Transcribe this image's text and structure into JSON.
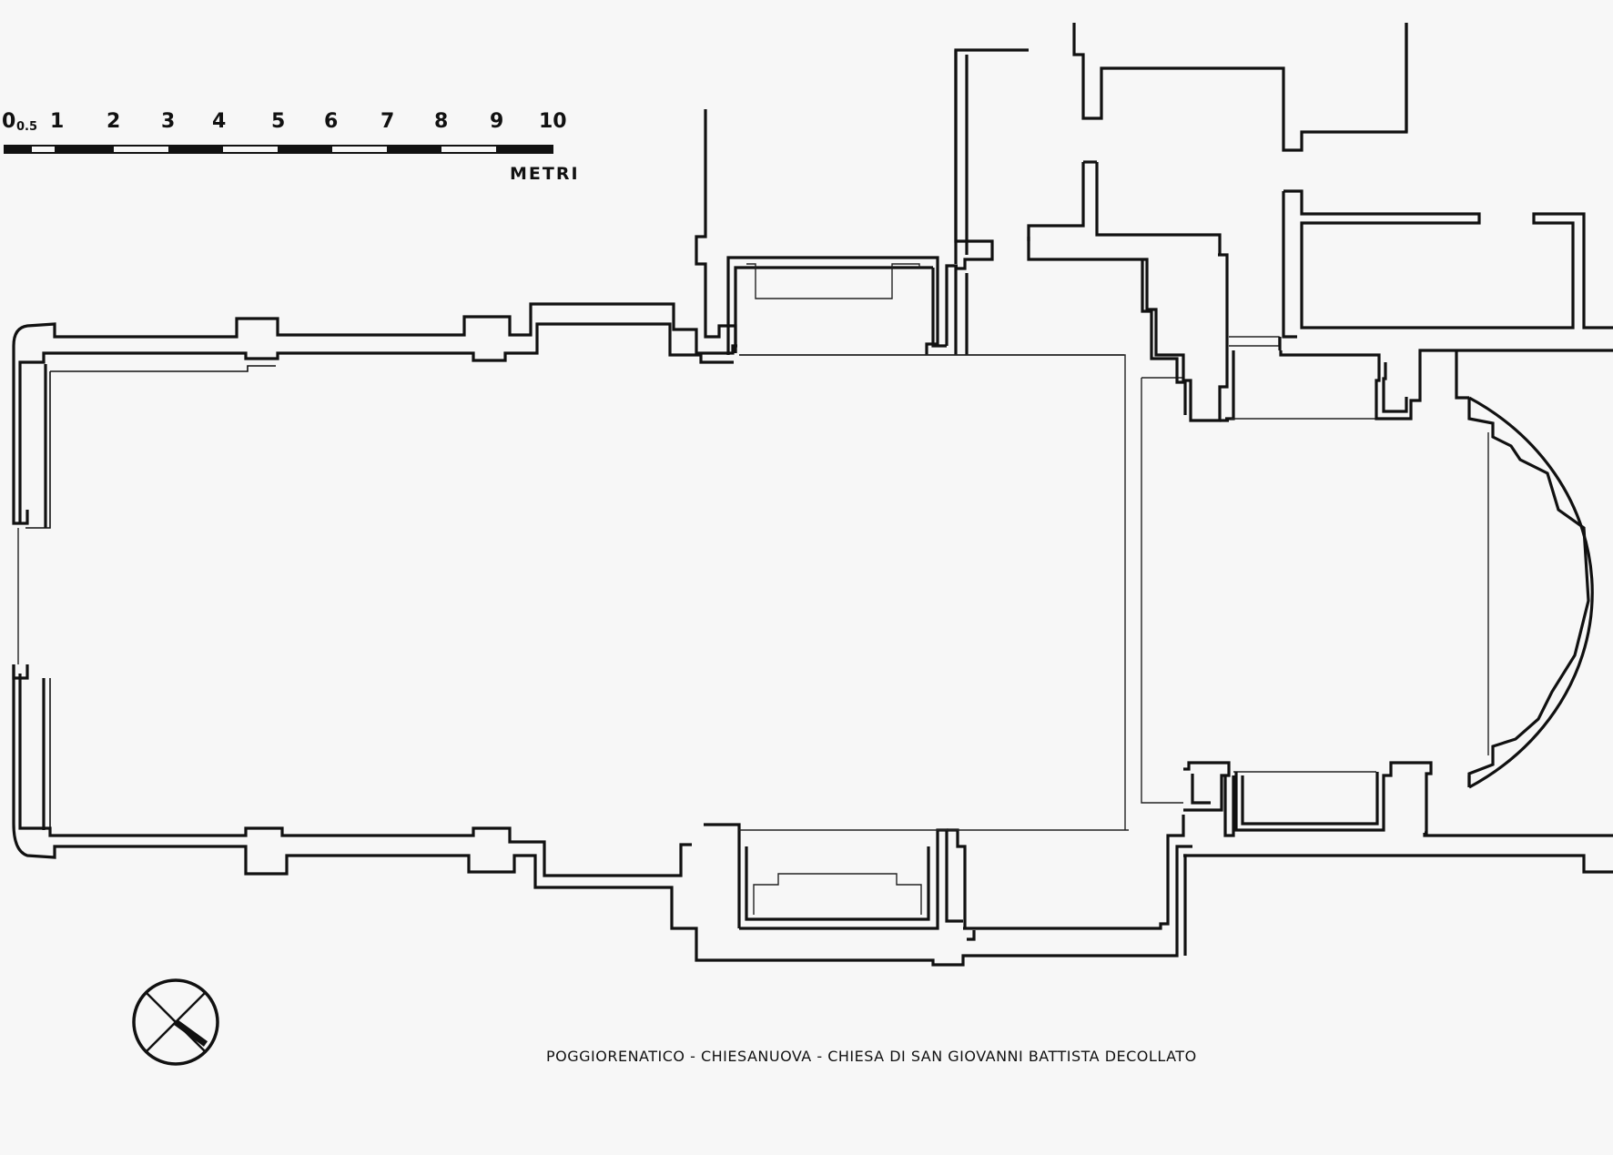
{
  "scale_bar": {
    "tick_labels": [
      "0",
      "0.5",
      "1",
      "2",
      "3",
      "4",
      "5",
      "6",
      "7",
      "8",
      "9",
      "10"
    ],
    "units": "METRI"
  },
  "caption": "POGGIORENATICO - CHIESANUOVA - CHIESA DI SAN GIOVANNI BATTISTA DECOLLATO",
  "icons": {
    "north_arrow": "north-arrow-icon"
  },
  "colors": {
    "paper": "#f7f7f7",
    "ink": "#111111"
  }
}
